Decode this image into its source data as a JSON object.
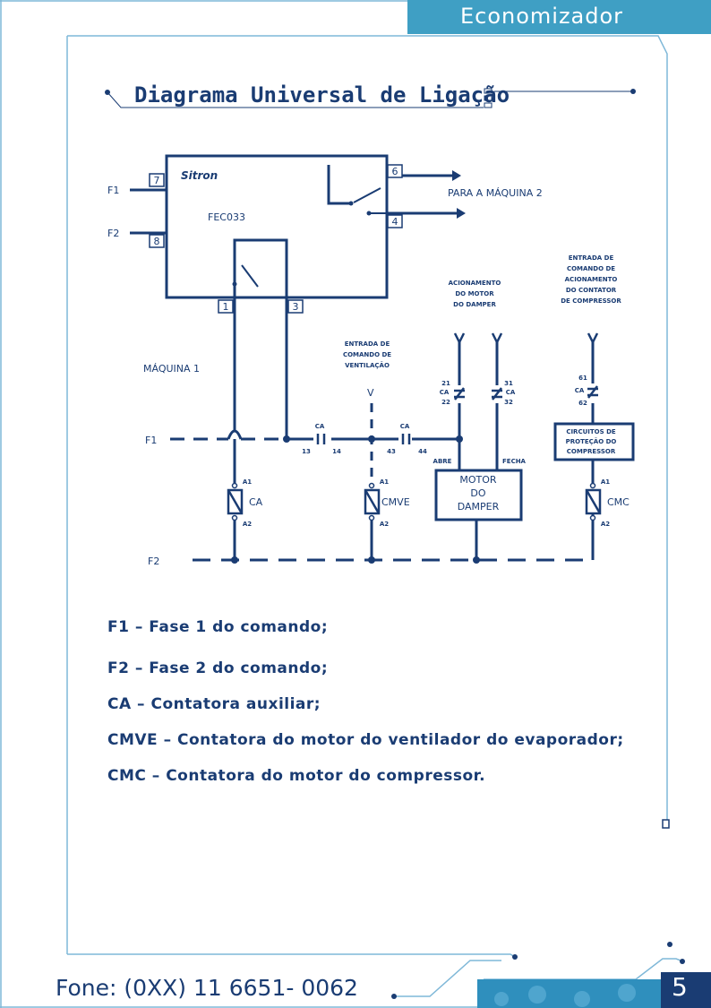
{
  "header": {
    "section_title": "Economizador"
  },
  "page": {
    "title": "Diagrama Universal de Ligação",
    "page_number": "5"
  },
  "footer": {
    "phone": "Fone: (0XX) 11 6651- 0062"
  },
  "diagram": {
    "brand": "Sitron",
    "device": "FEC033",
    "terminals": [
      "7",
      "8",
      "6",
      "4",
      "1",
      "3"
    ],
    "machine_2_label": "PARA A MÁQUINA 2",
    "machine_1_label": "MÁQUINA 1",
    "f1_label": "F1",
    "f2_label": "F2",
    "vent_input_label": [
      "ENTRADA DE",
      "COMANDO DE",
      "VENTILAÇÃO"
    ],
    "damper_drive_label": [
      "ACIONAMENTO",
      "DO MOTOR",
      "DO DAMPER"
    ],
    "compressor_input_label": [
      "ENTRADA DE",
      "COMANDO DE",
      "ACIONAMENTO",
      "DO CONTATOR",
      "DE COMPRESSOR"
    ],
    "protection_circuit_label": [
      "CIRCUITOS DE",
      "PROTEÇÃO DO",
      "COMPRESSOR"
    ],
    "motor_label": [
      "MOTOR",
      "DO",
      "DAMPER"
    ],
    "abre": "ABRE",
    "fecha": "FECHA",
    "coil_ca": "CA",
    "coil_cmve": "CMVE",
    "coil_cmc": "CMC",
    "a1": "A1",
    "a2": "A2",
    "v": "V",
    "contact_ca": "CA",
    "t13": "13",
    "t14": "14",
    "t43": "43",
    "t44": "44",
    "t21": "21",
    "t22": "22",
    "t31": "31",
    "t32": "32",
    "t61": "61",
    "t62": "62"
  },
  "legend": [
    "F1 – Fase 1 do comando;",
    "F2 – Fase 2 do comando;",
    "CA – Contatora auxiliar;",
    "CMVE – Contatora do motor do ventilador do evaporador;",
    "CMC – Contatora do motor do compressor."
  ],
  "colors": {
    "navy": "#1a3c73",
    "accent": "#3f9fc4",
    "frame": "#7fb8d8"
  }
}
